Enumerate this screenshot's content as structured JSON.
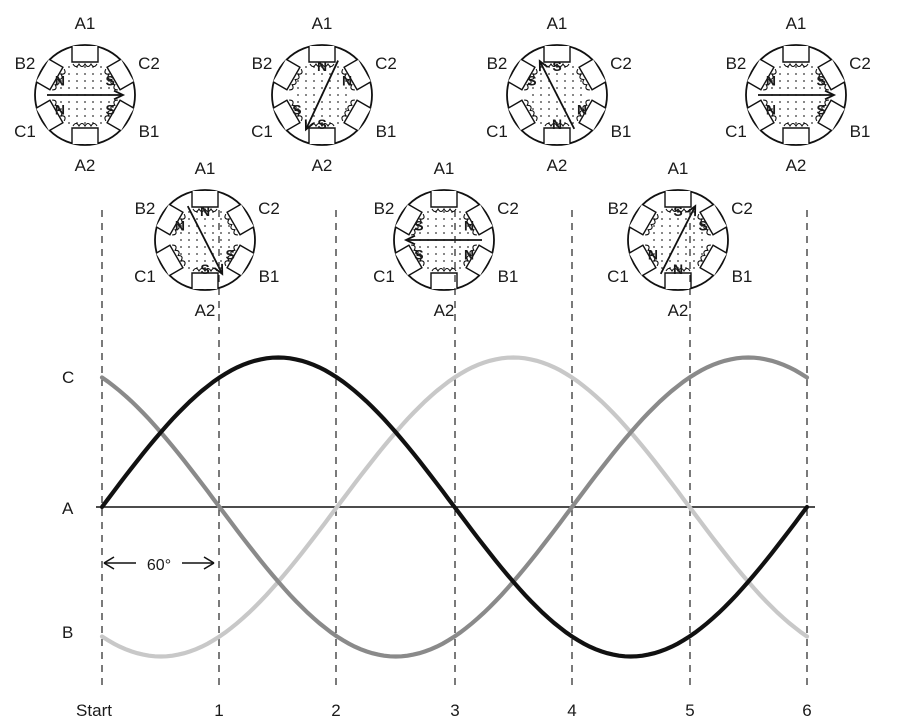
{
  "rotors": [
    {
      "poles": {
        "A1": "",
        "A2": "",
        "B1": "S",
        "B2": "N",
        "C1": "N",
        "C2": "S"
      },
      "arrow": "east"
    },
    {
      "poles": {
        "A1": "N",
        "A2": "S",
        "B1": "",
        "B2": "",
        "C1": "S",
        "C2": "N"
      },
      "arrow": "south-southwest"
    },
    {
      "poles": {
        "A1": "S",
        "A2": "N",
        "B1": "N",
        "B2": "S",
        "C1": "",
        "C2": ""
      },
      "arrow": "north-northwest"
    },
    {
      "poles": {
        "A1": "",
        "A2": "",
        "B1": "S",
        "B2": "N",
        "C1": "N",
        "C2": "S"
      },
      "arrow": "east"
    },
    {
      "poles": {
        "A1": "N",
        "A2": "S",
        "B1": "S",
        "B2": "N",
        "C1": "",
        "C2": ""
      },
      "arrow": "south-southeast"
    },
    {
      "poles": {
        "A1": "",
        "A2": "",
        "B1": "N",
        "B2": "S",
        "C1": "S",
        "C2": "N"
      },
      "arrow": "west"
    },
    {
      "poles": {
        "A1": "S",
        "A2": "N",
        "B1": "",
        "B2": "",
        "C1": "N",
        "C2": "S"
      },
      "arrow": "north-northeast"
    }
  ],
  "coil_labels": {
    "A1": "A1",
    "A2": "A2",
    "B1": "B1",
    "B2": "B2",
    "C1": "C1",
    "C2": "C2"
  },
  "y_labels": {
    "c": "C",
    "a": "A",
    "b": "B"
  },
  "x_ticks": [
    "Start",
    "1",
    "2",
    "3",
    "4",
    "5",
    "6"
  ],
  "interval_label": "60°",
  "colors": {
    "A": "#111111",
    "B": "#c8c8c8",
    "C": "#8a8a8a"
  },
  "chart_data": {
    "type": "line",
    "x": [
      0,
      1,
      2,
      3,
      4,
      5,
      6
    ],
    "x_tick_labels": [
      "Start",
      "1",
      "2",
      "3",
      "4",
      "5",
      "6"
    ],
    "step_degrees": 60,
    "y_axis_labels": [
      "C",
      "A",
      "B"
    ],
    "series": [
      {
        "name": "A",
        "values": [
          0,
          0.866,
          0.866,
          0,
          -0.866,
          -0.866,
          0
        ],
        "color": "#111111"
      },
      {
        "name": "B",
        "values": [
          -0.866,
          -0.866,
          0,
          0.866,
          0.866,
          0,
          -0.866
        ],
        "color": "#c8c8c8"
      },
      {
        "name": "C",
        "values": [
          0.866,
          0,
          -0.866,
          -0.866,
          0,
          0.866,
          0.866
        ],
        "color": "#8a8a8a"
      }
    ]
  }
}
